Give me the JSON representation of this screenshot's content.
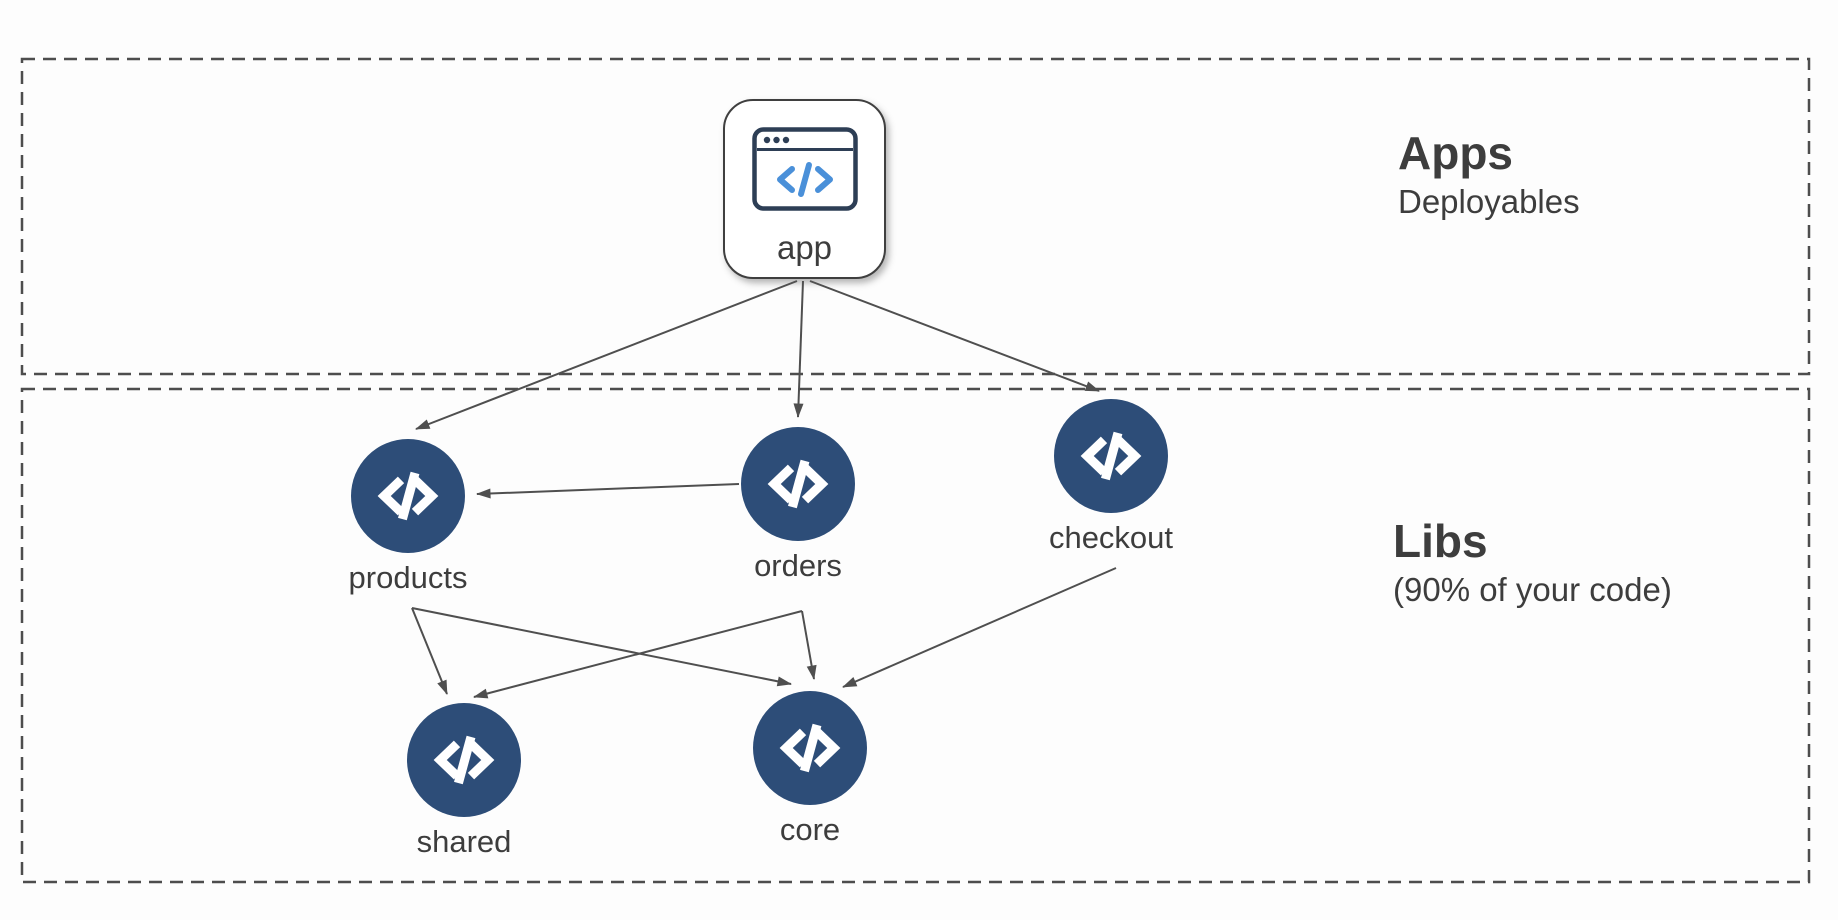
{
  "regions": {
    "apps": {
      "title": "Apps",
      "subtitle": "Deployables"
    },
    "libs": {
      "title": "Libs",
      "subtitle": "(90% of your code)"
    }
  },
  "nodes": {
    "app": {
      "label": "app",
      "icon": "browser-window-icon"
    },
    "products": {
      "label": "products",
      "icon": "code-icon"
    },
    "orders": {
      "label": "orders",
      "icon": "code-icon"
    },
    "checkout": {
      "label": "checkout",
      "icon": "code-icon"
    },
    "shared": {
      "label": "shared",
      "icon": "code-icon"
    },
    "core": {
      "label": "core",
      "icon": "code-icon"
    }
  },
  "edges": [
    {
      "from": "app",
      "to": "products"
    },
    {
      "from": "app",
      "to": "orders"
    },
    {
      "from": "app",
      "to": "checkout"
    },
    {
      "from": "orders",
      "to": "products"
    },
    {
      "from": "products",
      "to": "shared"
    },
    {
      "from": "products",
      "to": "core"
    },
    {
      "from": "orders",
      "to": "shared"
    },
    {
      "from": "orders",
      "to": "core"
    },
    {
      "from": "checkout",
      "to": "core"
    }
  ],
  "colors": {
    "lib_node_fill": "#2d4d78",
    "icon_navy": "#2d3e55",
    "code_blue": "#4a90d9",
    "line_gray": "#4f4f4f",
    "text_dark": "#3d3d3d",
    "background": "#fdfdfd"
  }
}
